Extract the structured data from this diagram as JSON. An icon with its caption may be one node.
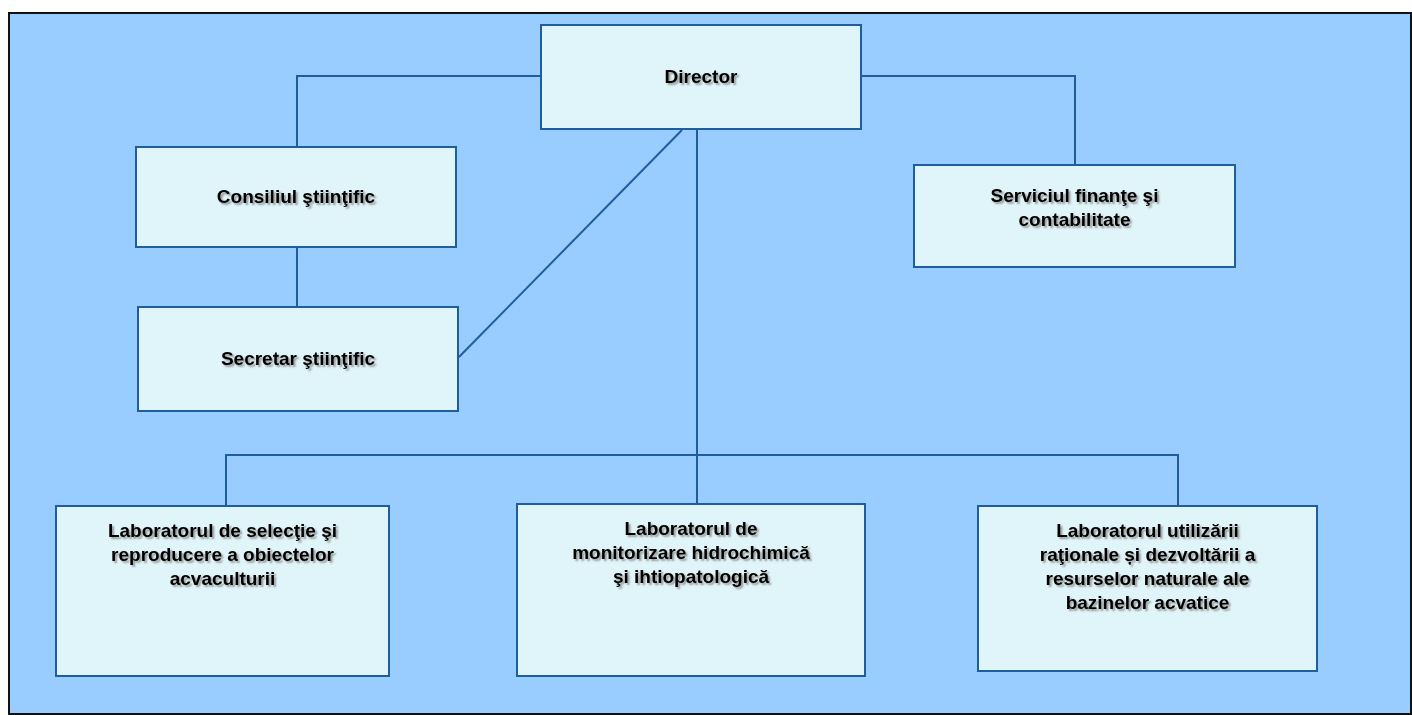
{
  "diagram": {
    "nodes": [
      {
        "text": [
          "Director"
        ]
      },
      {
        "text": [
          "Consiliul ştiinţific"
        ]
      },
      {
        "text": [
          "Secretar ştiinţific"
        ]
      },
      {
        "text": [
          "Serviciul finanţe şi contabilitate"
        ]
      },
      {
        "text": [
          "Laboratorul de selecţie şi reproducere a obiectelor acvaculturii"
        ]
      },
      {
        "text": [
          "Laboratorul de monitorizare hidrochimică şi ihtiopatologică"
        ]
      },
      {
        "text": [
          "Laboratorul utilizării raţionale și dezvoltării a resurselor naturale ale bazinelor acvatice"
        ]
      }
    ],
    "edges": [
      {
        "from": 0,
        "to": 1,
        "arrow": "none"
      },
      {
        "from": 1,
        "to": 2,
        "arrow": "none"
      },
      {
        "from": 0,
        "to": 2,
        "arrow": "none"
      },
      {
        "from": 0,
        "to": 3,
        "arrow": "none"
      },
      {
        "from": 0,
        "to": 4,
        "arrow": "none"
      },
      {
        "from": 0,
        "to": 5,
        "arrow": "none"
      },
      {
        "from": 0,
        "to": 6,
        "arrow": "none"
      }
    ]
  }
}
